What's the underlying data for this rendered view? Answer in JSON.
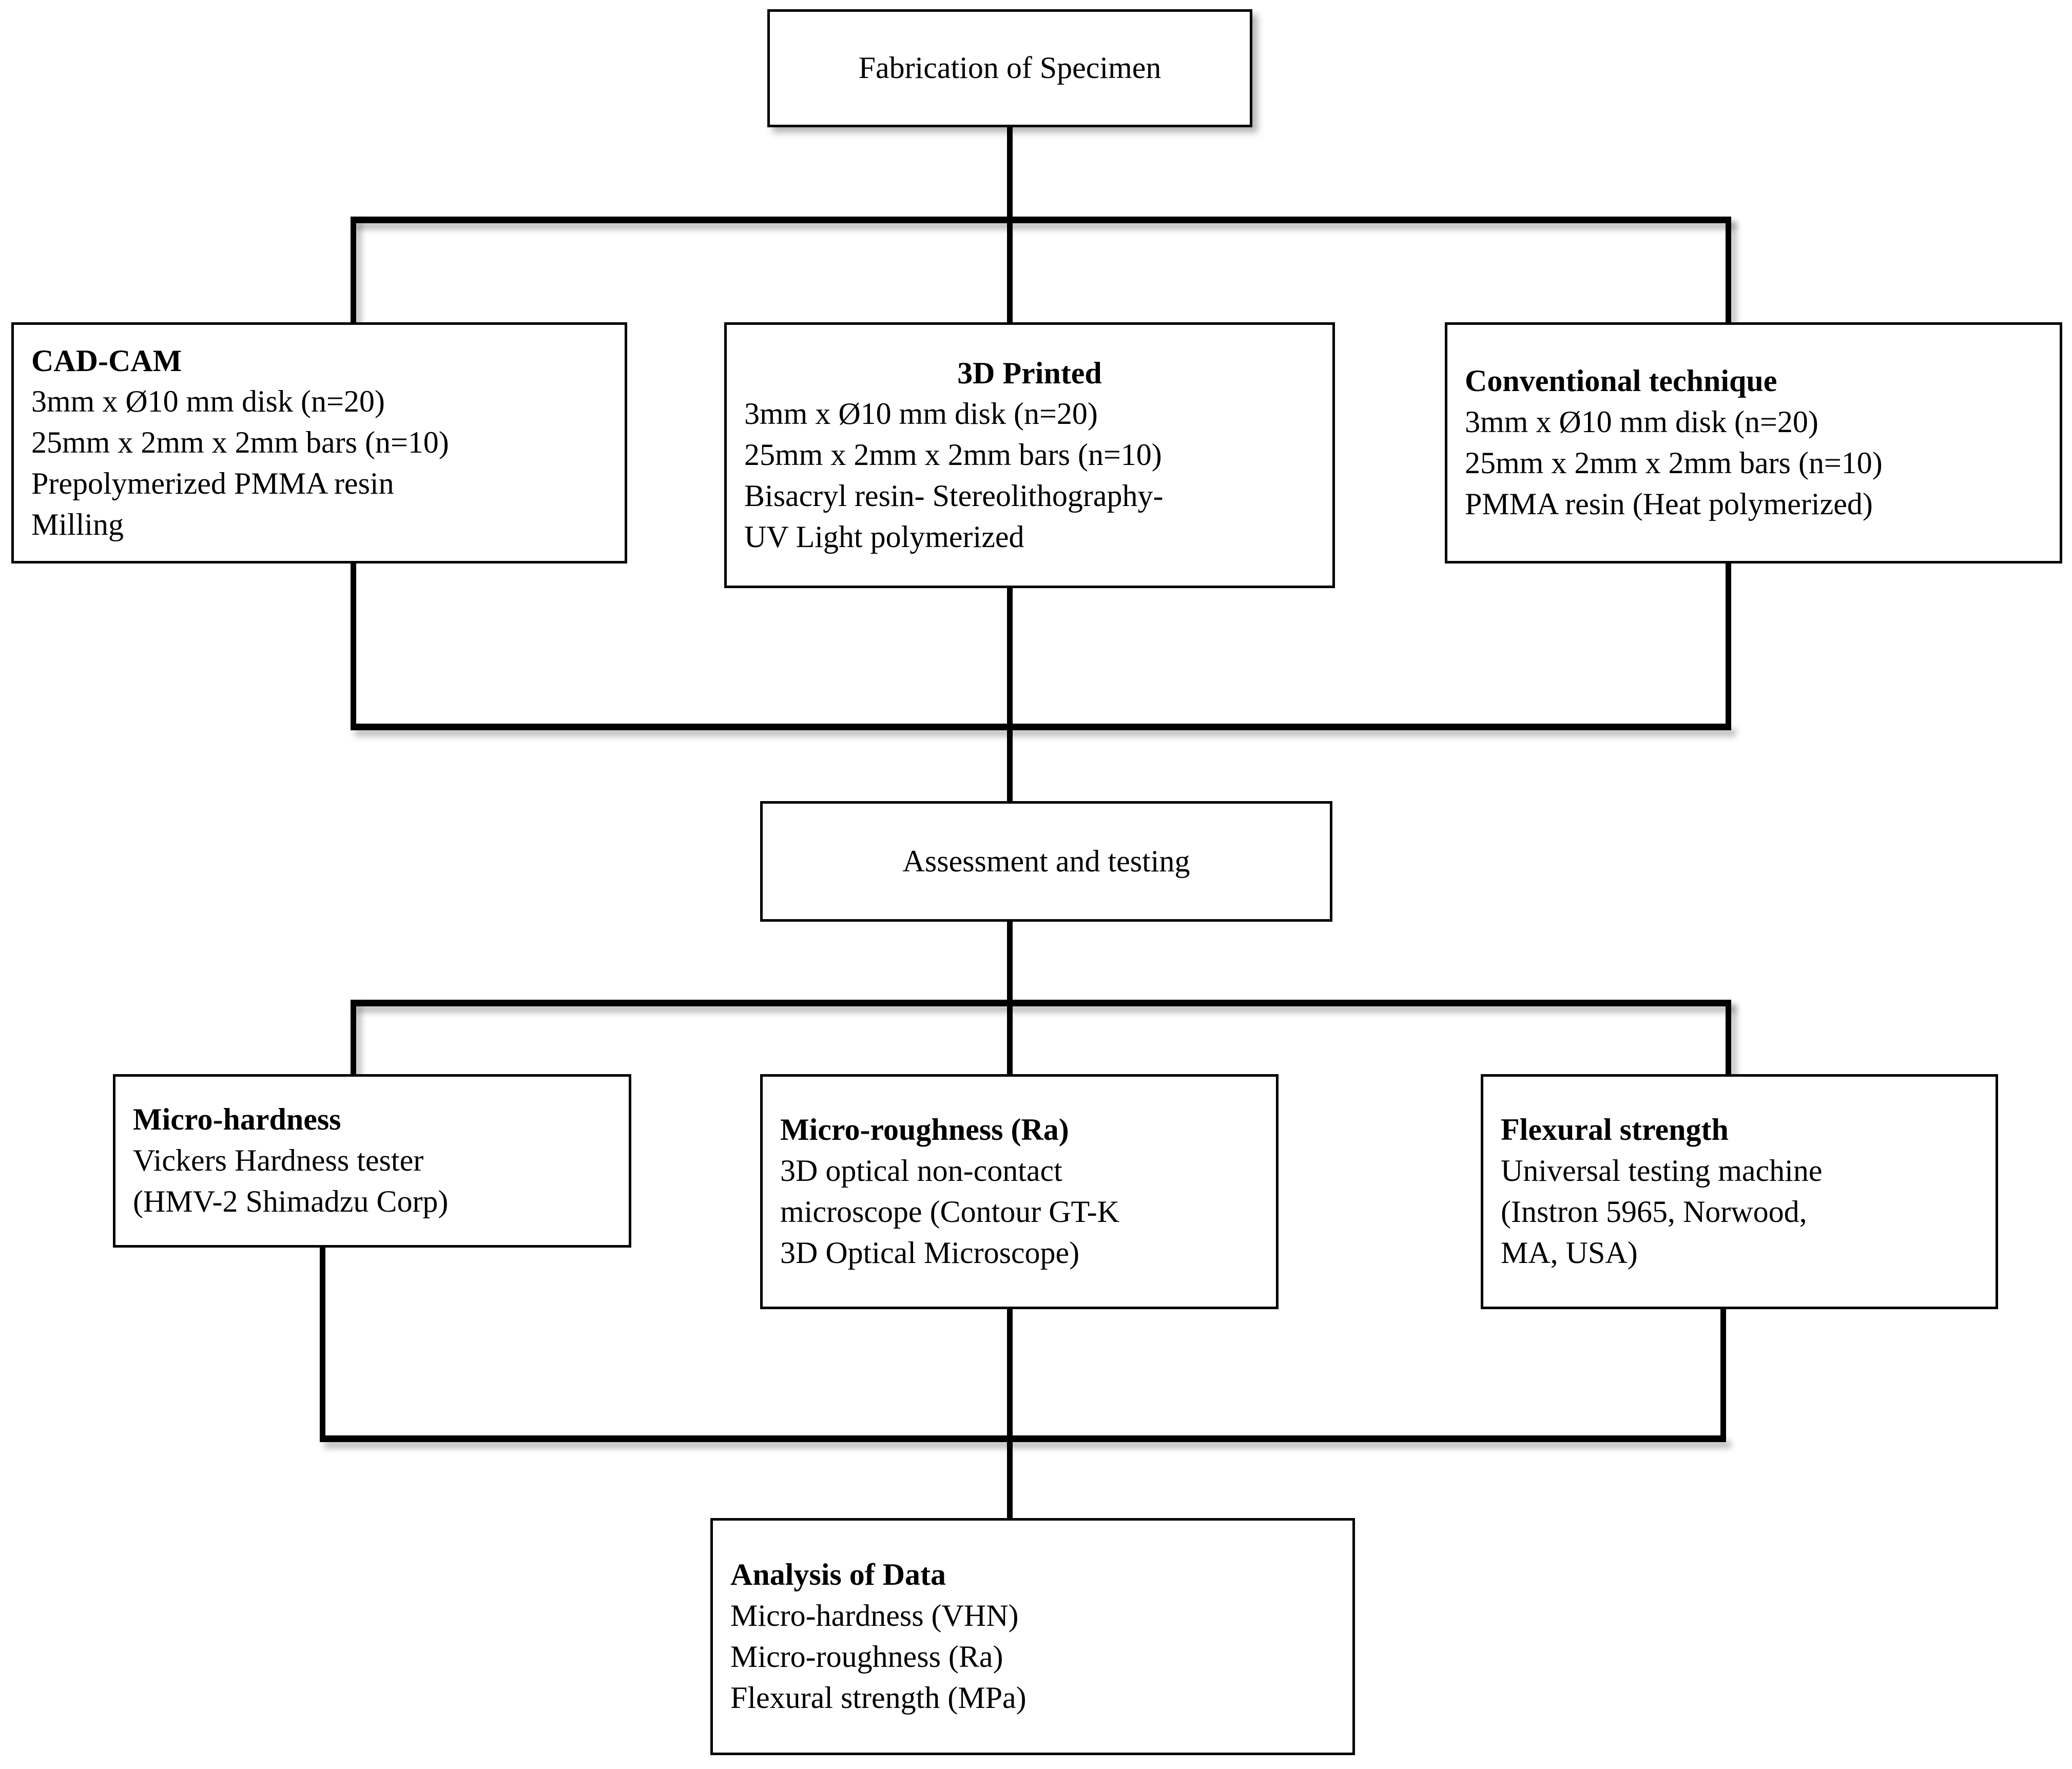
{
  "diagram": {
    "title": "Study methodology flowchart",
    "accent_color": "#000000",
    "background_color": "#ffffff"
  },
  "nodes": {
    "fabrication": {
      "label": "Fabrication of Specimen"
    },
    "assessment": {
      "label": "Assessment and testing"
    },
    "cad_cam": {
      "title": "CAD-CAM",
      "lines": [
        "3mm x Ø10 mm disk (n=20)",
        "25mm x 2mm x 2mm bars (n=10)",
        "Prepolymerized PMMA resin",
        "Milling"
      ]
    },
    "printed_3d": {
      "title": "3D Printed",
      "lines": [
        "3mm x Ø10 mm disk (n=20)",
        "25mm x 2mm x 2mm bars (n=10)",
        "Bisacryl resin- Stereolithography-",
        "UV Light polymerized"
      ]
    },
    "conventional": {
      "title": "Conventional technique",
      "lines": [
        "3mm x Ø10 mm disk (n=20)",
        "25mm x 2mm x 2mm bars (n=10)",
        "PMMA resin (Heat polymerized)"
      ]
    },
    "micro_hardness": {
      "title": "Micro-hardness",
      "lines": [
        "Vickers Hardness tester",
        "(HMV-2 Shimadzu Corp)"
      ]
    },
    "micro_roughness": {
      "title": "Micro-roughness (Ra)",
      "lines": [
        "3D optical non-contact",
        "microscope (Contour GT-K",
        "3D Optical Microscope)"
      ]
    },
    "flexural_strength": {
      "title": "Flexural strength",
      "lines": [
        "Universal testing machine",
        "(Instron 5965, Norwood,",
        "MA, USA)"
      ]
    },
    "analysis": {
      "title": "Analysis of Data",
      "lines": [
        "Micro-hardness (VHN)",
        "Micro-roughness (Ra)",
        "Flexural strength (MPa)"
      ]
    }
  }
}
